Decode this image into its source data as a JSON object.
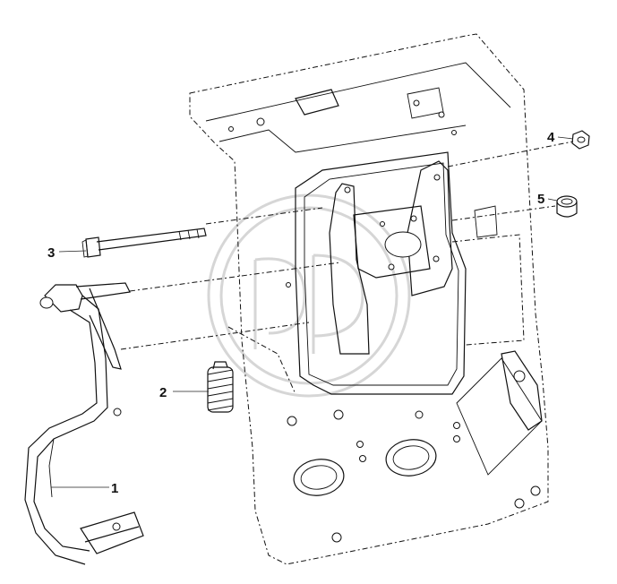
{
  "callouts": [
    {
      "id": "1",
      "label": "1",
      "part": "brake-pedal"
    },
    {
      "id": "2",
      "label": "2",
      "part": "return-spring"
    },
    {
      "id": "3",
      "label": "3",
      "part": "pivot-bolt"
    },
    {
      "id": "4",
      "label": "4",
      "part": "nut"
    },
    {
      "id": "5",
      "label": "5",
      "part": "bushing"
    }
  ]
}
